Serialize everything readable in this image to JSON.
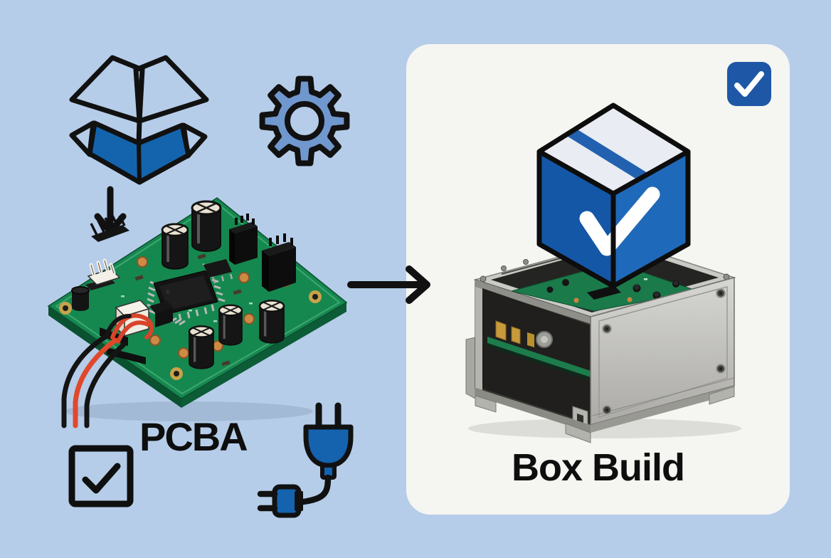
{
  "scene": {
    "type": "electronics-assembly-process-illustration",
    "background_color": "#b6cde9",
    "outline_color": "#111111"
  },
  "left_section": {
    "label": "PCBA",
    "icons": [
      {
        "name": "open-box-icon",
        "color": "#1464ad"
      },
      {
        "name": "gear-icon",
        "color": "#7097ce"
      },
      {
        "name": "down-arrow-icon",
        "color": "#111111"
      },
      {
        "name": "pcba-board-illustration",
        "board_color": "#15884f",
        "wire_colors": [
          "#141414",
          "#e0482c",
          "#141414"
        ]
      },
      {
        "name": "checkbox-icon",
        "color": "#111111"
      },
      {
        "name": "power-plug-icon",
        "color": "#1562ae"
      }
    ]
  },
  "transition": {
    "icon": "right-arrow-icon",
    "color": "#111111"
  },
  "right_card": {
    "label": "Box Build",
    "background_color": "#f5f5f2",
    "badge": {
      "name": "check-badge-icon",
      "color": "#1d57a6",
      "check_color": "#ffffff"
    },
    "illustration": {
      "name": "box-build-illustration",
      "cube_color": "#1f69ba",
      "cube_top_color": "#eaecf3",
      "metal_color": "#c9c9c5",
      "pcb_color": "#1b7a4a"
    }
  }
}
